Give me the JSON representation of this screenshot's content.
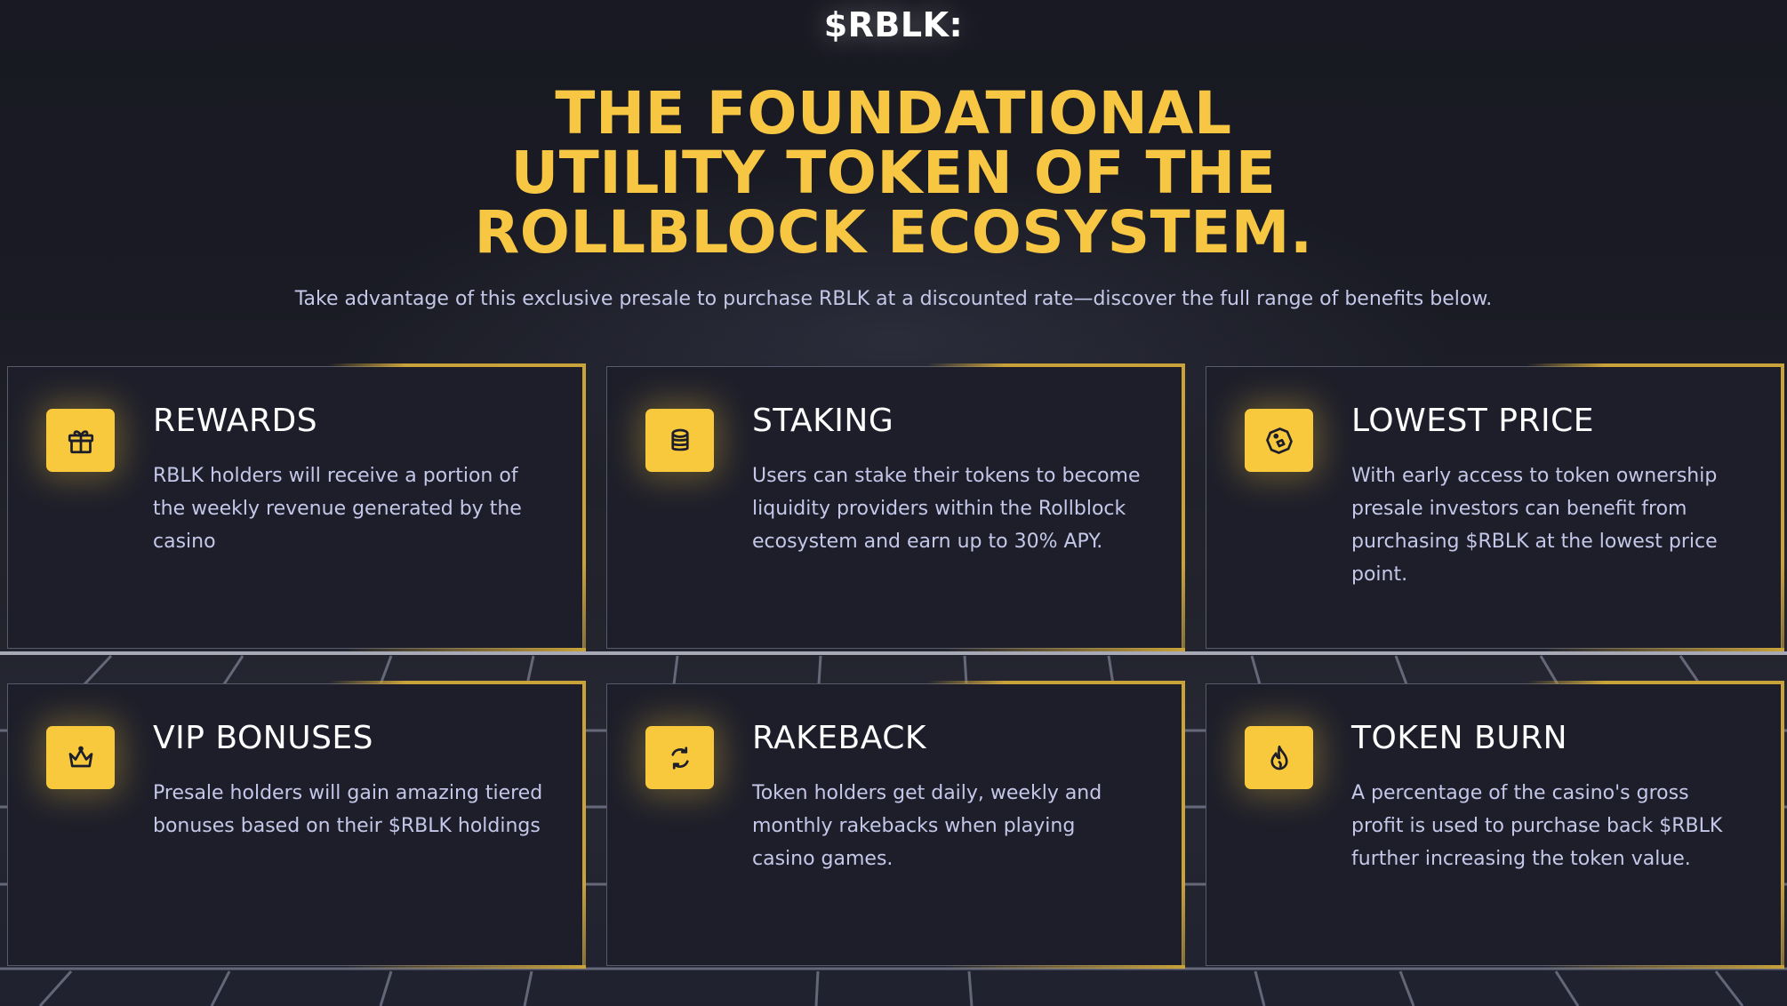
{
  "header": {
    "eyebrow": "$RBLK:",
    "title": "THE FOUNDATIONAL UTILITY TOKEN OF THE ROLLBLOCK ECOSYSTEM.",
    "subtitle": "Take advantage of this exclusive presale to purchase RBLK at a discounted rate—discover the full range of benefits below."
  },
  "colors": {
    "accent": "#f8c93d",
    "title": "#f7c744",
    "background": "#15161e",
    "card": "#1d1e2a",
    "body_text": "#c4c7e8"
  },
  "cards": [
    {
      "icon": "gift-icon",
      "title": "REWARDS",
      "text": "RBLK holders will receive a portion of the weekly revenue generated by the casino"
    },
    {
      "icon": "coins-icon",
      "title": "STAKING",
      "text": "Users can stake their tokens to become liquidity providers within the Rollblock ecosystem and earn up to 30% APY."
    },
    {
      "icon": "price-tag-icon",
      "title": "LOWEST PRICE",
      "text": "With early access to token ownership presale investors can benefit from purchasing $RBLK at the lowest price point."
    },
    {
      "icon": "crown-icon",
      "title": "VIP BONUSES",
      "text": "Presale holders will gain amazing tiered bonuses based on their $RBLK holdings"
    },
    {
      "icon": "refresh-icon",
      "title": "RAKEBACK",
      "text": "Token holders get daily, weekly and monthly rakebacks when playing casino games."
    },
    {
      "icon": "flame-icon",
      "title": "TOKEN BURN",
      "text": "A percentage of the casino's gross profit is used to purchase back $RBLK further increasing the token value."
    }
  ]
}
